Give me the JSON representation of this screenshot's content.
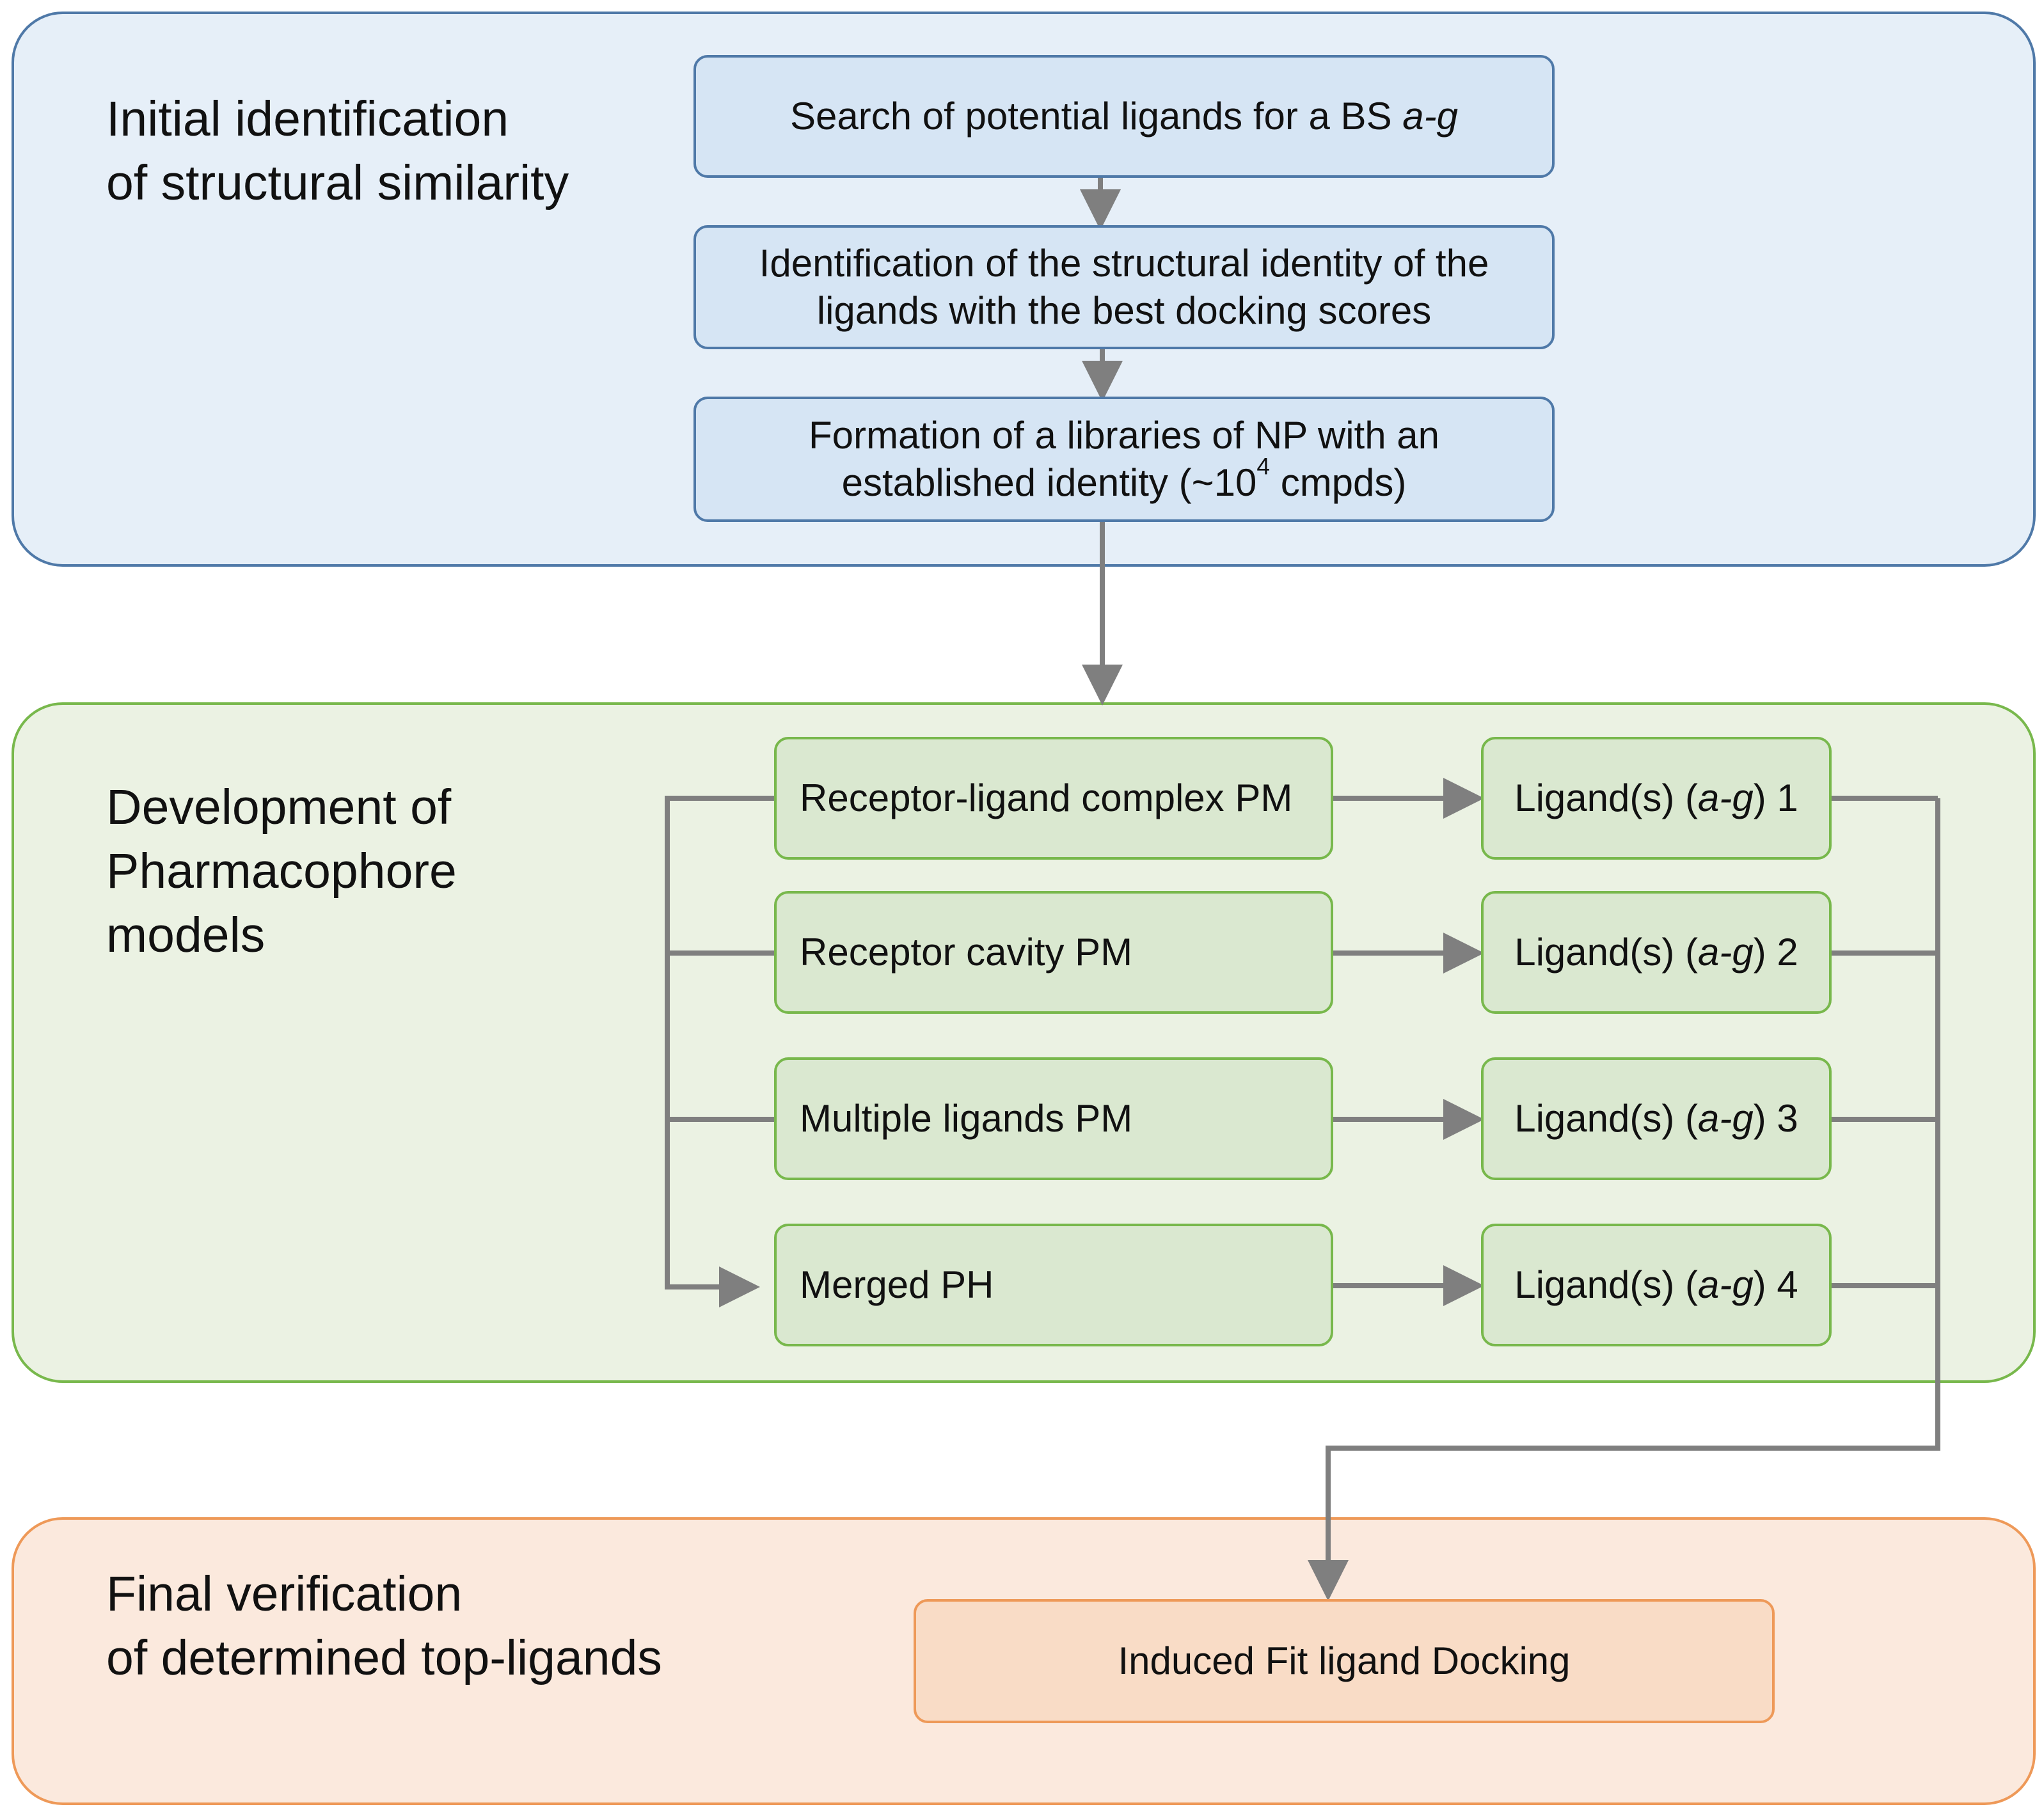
{
  "colors": {
    "blue_panel_fill": "#e6eff8",
    "blue_border": "#4f79a8",
    "blue_box_fill": "#d6e5f4",
    "green_panel_fill": "#ebf2e3",
    "green_border": "#78b84c",
    "green_box_fill": "#dae8d0",
    "orange_panel_fill": "#fbe9dd",
    "orange_border": "#ee9958",
    "orange_box_fill": "#f9dcc6",
    "connector": "#7f7f7f"
  },
  "stage1": {
    "title": "Initial identification\nof structural similarity",
    "step1": {
      "text": "Search of potential ligands for a BS ",
      "italic": "a-g"
    },
    "step2": "Identification of the structural identity of the ligands with the best docking scores",
    "step3": {
      "text_before": "Formation of a libraries of NP with an established identity (~10",
      "superscript": "4",
      "text_after": " cmpds)"
    }
  },
  "stage2": {
    "title": "Development of\nPharmacophore\nmodels",
    "models": [
      "Receptor-ligand complex PM",
      "Receptor cavity PM",
      "Multiple ligands PM",
      "Merged PH"
    ],
    "ligands": [
      {
        "prefix": "Ligand(s) (",
        "italic": "a-g",
        "suffix": ") 1"
      },
      {
        "prefix": "Ligand(s) (",
        "italic": "a-g",
        "suffix": ") 2"
      },
      {
        "prefix": "Ligand(s) (",
        "italic": "a-g",
        "suffix": ") 3"
      },
      {
        "prefix": "Ligand(s) (",
        "italic": "a-g",
        "suffix": ") 4"
      }
    ]
  },
  "stage3": {
    "title": "Final verification\nof determined top-ligands",
    "step": "Induced Fit ligand Docking"
  }
}
